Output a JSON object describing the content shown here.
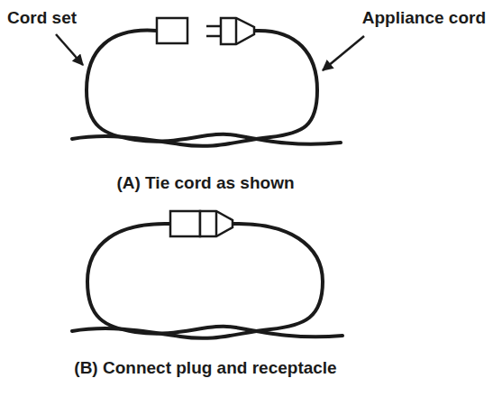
{
  "diagram": {
    "labels": [
      "Cord set",
      "Appliance cord",
      "(A) Tie cord as shown",
      "(B) Connect plug and receptacle"
    ]
  }
}
